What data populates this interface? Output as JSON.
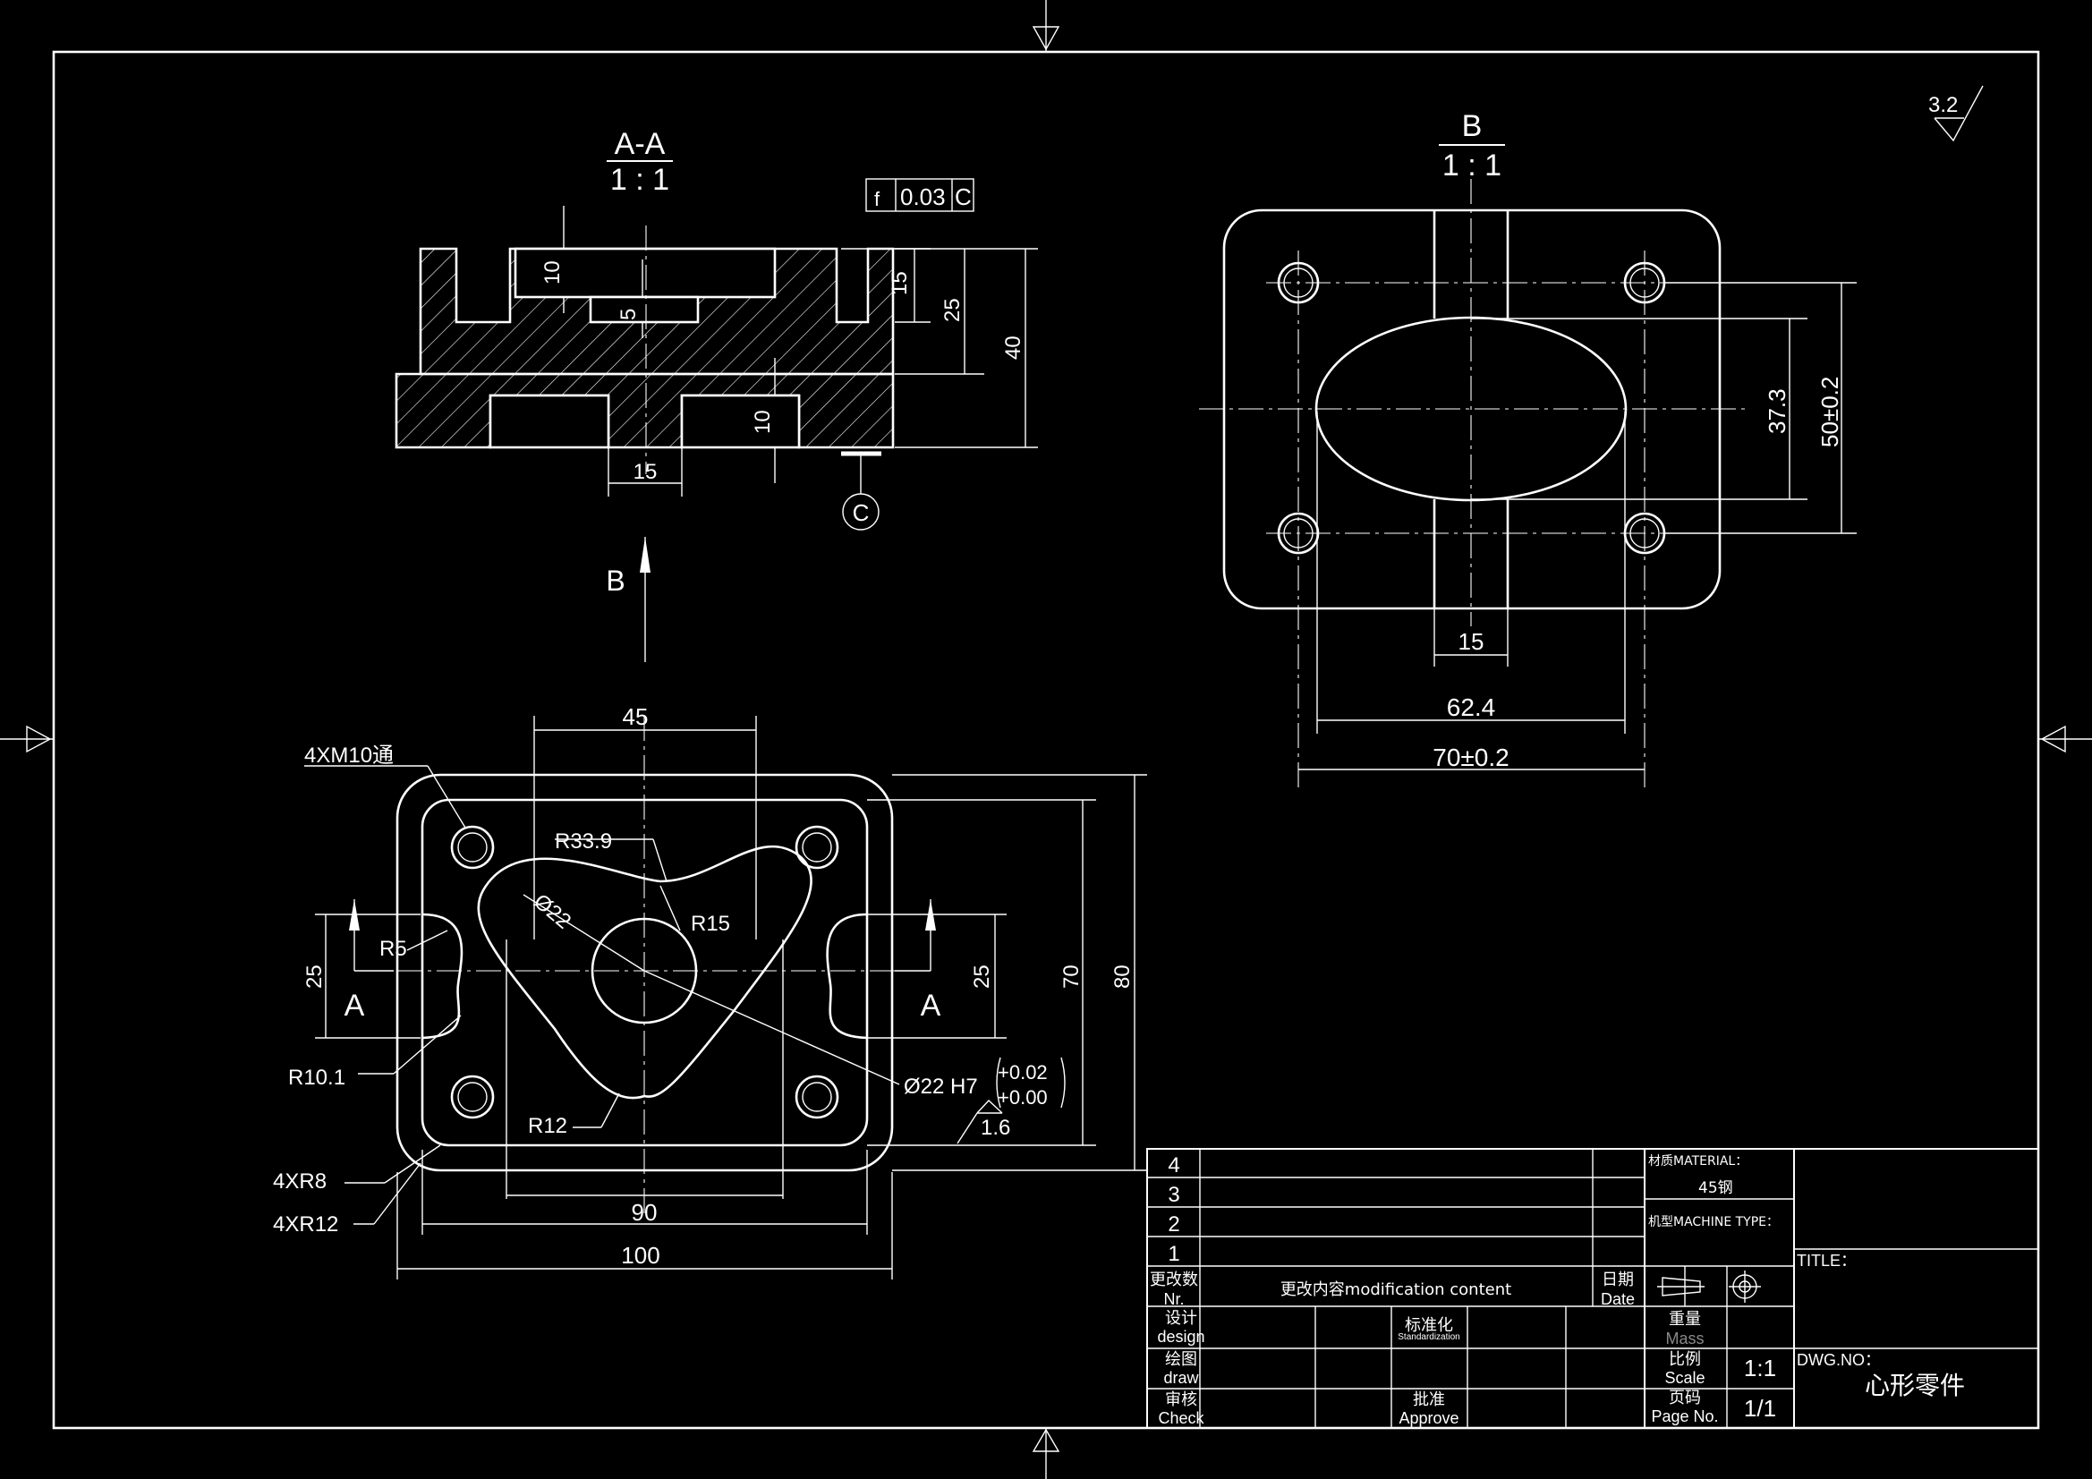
{
  "section_view": {
    "title": "A-A",
    "scale": "1 : 1",
    "gdt": {
      "symbol": "f",
      "value": "0.03",
      "datum": "C"
    },
    "datum_label": "C",
    "dims": {
      "d10_top": "10",
      "d5": "5",
      "d15_right": "15",
      "d25": "25",
      "d40": "40",
      "d10_bottom": "10",
      "d15_bottom": "15"
    }
  },
  "view_arrow": {
    "label": "B"
  },
  "bottom_view": {
    "title": "B",
    "scale": "1 : 1",
    "dims": {
      "d37_3": "37.3",
      "d50": "50±0.2",
      "d15": "15",
      "d62_4": "62.4",
      "d70": "70±0.2"
    }
  },
  "plan_view": {
    "section_label_left": "A",
    "section_label_right": "A",
    "dims": {
      "d45": "45",
      "thread": "4XM10通",
      "r33_9": "R33.9",
      "phi22": "Ø22",
      "r15": "R15",
      "r5": "R5",
      "d25_left": "25",
      "d25_right": "25",
      "d70": "70",
      "d80": "80",
      "r10_1": "R10.1",
      "bore_fit": "Ø22 H7",
      "tol_upper": "+0.02",
      "tol_lower": "+0.00",
      "roughness_bore": "1.6",
      "r12": "R12",
      "r8_corner": "4XR8",
      "r12_corner": "4XR12",
      "d90": "90",
      "d100": "100"
    }
  },
  "roughness_general": "3.2",
  "title_block": {
    "rev_rows": [
      "4",
      "3",
      "2",
      "1"
    ],
    "rev_no": "更改数",
    "rev_no_en": "Nr.",
    "mod_content": "更改内容modification content",
    "date": "日期",
    "date_en": "Date",
    "design": "设计",
    "design_en": "design",
    "draw": "绘图",
    "draw_en": "draw",
    "check": "审核",
    "check_en": "Check",
    "standardization": "标准化",
    "standardization_en": "Standardization",
    "approve": "批准",
    "approve_en": "Approve",
    "material_label": "材质MATERIAL：",
    "material_value": "45钢",
    "machine_label": "机型MACHINE TYPE：",
    "mass": "重量",
    "mass_en": "Mass",
    "scale": "比例",
    "scale_en": "Scale",
    "scale_value": "1:1",
    "page": "页码",
    "page_en": "Page No.",
    "page_value": "1/1",
    "title_label": "TITLE：",
    "dwg_label": "DWG.NO：",
    "part_name": "心形零件"
  }
}
